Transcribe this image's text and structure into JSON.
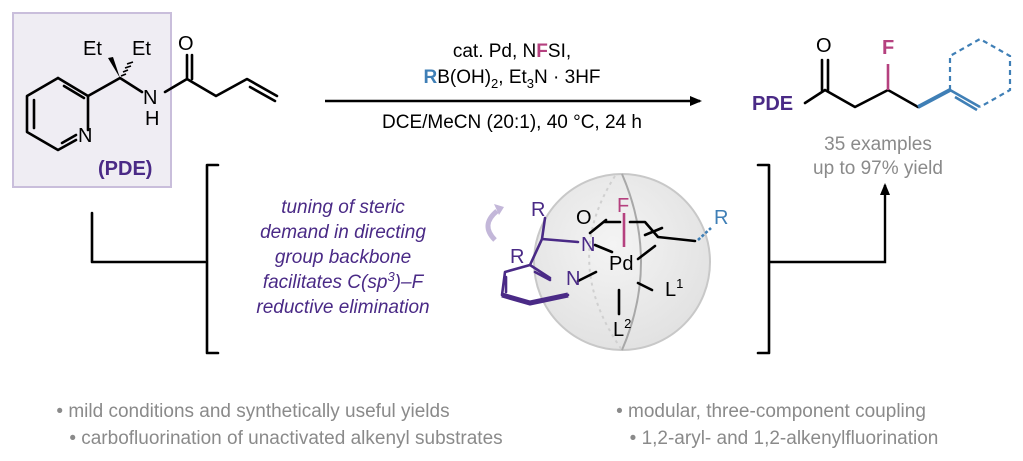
{
  "substrate": {
    "labels": {
      "et1": "Et",
      "et2": "Et",
      "o": "O",
      "n_amide": "N",
      "h": "H",
      "n_pyr": "N"
    },
    "directing_group": "(PDE)"
  },
  "conditions": {
    "line1_a": "cat. Pd, N",
    "line1_f": "F",
    "line1_b": "SI,",
    "line2_r": "R",
    "line2_a": "B(OH)",
    "line2_sub": "2",
    "line2_b": ", Et",
    "line2_sub2": "3",
    "line2_c": "N · 3HF",
    "line3": "DCE/MeCN (20:1), 40 °C, 24 h"
  },
  "product": {
    "pde": "PDE",
    "o": "O",
    "f": "F"
  },
  "scope": {
    "line1": "35 examples",
    "line2": "up to 97% yield"
  },
  "mechanism_text": [
    "tuning of steric",
    "demand in directing",
    "group backbone",
    "facilitates C(sp",
    "3",
    ")–F",
    "reductive elimination"
  ],
  "complex": {
    "r1": "R",
    "r2": "R",
    "o": "O",
    "f": "F",
    "n_amide": "N",
    "n_pyr": "N",
    "pd": "Pd",
    "l1": "L",
    "l1_sup": "1",
    "l2": "L",
    "l2_sup": "2",
    "r_blue": "R"
  },
  "bullets": [
    "• mild conditions and synthetically useful yields",
    "• modular, three-component coupling",
    "• carbofluorination of unactivated alkenyl substrates",
    "• 1,2-aryl- and 1,2-alkenylfluorination"
  ],
  "colors": {
    "purple": "#4a2a86",
    "fluorine": "#b5417f",
    "aryl": "#3f7fb6",
    "gray": "#8a8a8a",
    "box": "#efedf3"
  }
}
